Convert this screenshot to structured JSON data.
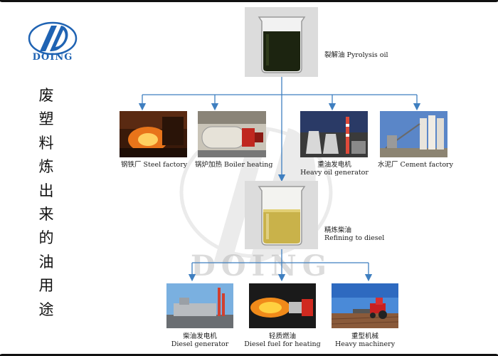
{
  "logo": {
    "word": "DOING"
  },
  "vertical_title": [
    "废",
    "塑",
    "料",
    "炼",
    "出",
    "来",
    "的",
    "油",
    "用",
    "途"
  ],
  "watermark_word": "DOING",
  "pyrolysis": {
    "cn": "裂解油",
    "en": "Pyrolysis oil"
  },
  "diesel": {
    "cn": "精炼柴油",
    "en": "Refining to diesel"
  },
  "uses_top": [
    {
      "cn": "钢铁厂",
      "en": "Steel factory"
    },
    {
      "cn": "锅炉加热",
      "en": "Boiler heating"
    },
    {
      "cn": "重油发电机",
      "en": "Heavy oil generator"
    },
    {
      "cn": "水泥厂",
      "en": "Cement factory"
    }
  ],
  "uses_bottom": [
    {
      "cn": "柴油发电机",
      "en": "Diesel generator"
    },
    {
      "cn": "轻质燃油",
      "en": "Diesel fuel for heating"
    },
    {
      "cn": "重型机械",
      "en": "Heavy machinery"
    }
  ],
  "colors": {
    "arrow": "#3f7fc0",
    "brand": "#1f63b3",
    "oil_dark": "#1c2410",
    "oil_light": "#c9b24a"
  },
  "icons": [
    "doing-logo-icon",
    "watermark-logo-icon"
  ]
}
